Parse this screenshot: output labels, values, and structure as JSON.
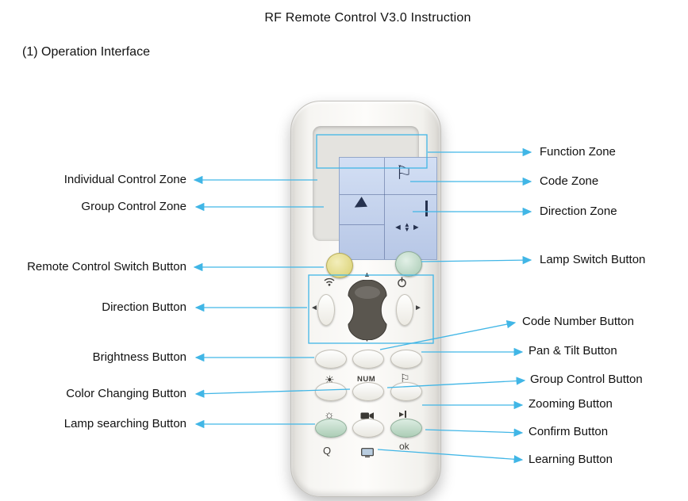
{
  "title": "RF Remote Control V3.0 Instruction",
  "section_heading": "(1) Operation Interface",
  "callouts": {
    "left": [
      {
        "text": "Individual Control  Zone"
      },
      {
        "text": "Group Control  Zone"
      },
      {
        "text": "Remote Control Switch Button"
      },
      {
        "text": "Direction Button"
      },
      {
        "text": "Brightness Button"
      },
      {
        "text": "Color Changing Button"
      },
      {
        "text": "Lamp searching Button"
      }
    ],
    "right": [
      {
        "text": "Function Zone"
      },
      {
        "text": "Code Zone"
      },
      {
        "text": "Direction Zone"
      },
      {
        "text": "Lamp Switch Button"
      },
      {
        "text": "Code Number Button"
      },
      {
        "text": "Pan & Tilt Button"
      },
      {
        "text": "Group Control Button"
      },
      {
        "text": "Zooming Button"
      },
      {
        "text": "Confirm Button"
      },
      {
        "text": "Learning Button"
      }
    ]
  },
  "remote": {
    "button_labels": {
      "num": "NUM",
      "ok": "ok",
      "magnifier": "Q"
    },
    "icons": {
      "up_triangle": "▲",
      "down_triangle": "▼",
      "left_triangle": "◄",
      "right_triangle": "►",
      "brightness": "☀",
      "color_changing": "☼",
      "pan_tilt_flag": "⚐",
      "function_flag": "⚐",
      "individual_pointer": "▶",
      "zoom_arrow": "▶",
      "screen_left": "◄",
      "screen_up": "▲",
      "screen_down": "▼",
      "screen_right": "►"
    }
  },
  "colors": {
    "callout_line": "#41b6e6",
    "screen_blue": "#c3d3ec",
    "yellow_button": "#dcd26f",
    "green_button": "#abccb5"
  }
}
